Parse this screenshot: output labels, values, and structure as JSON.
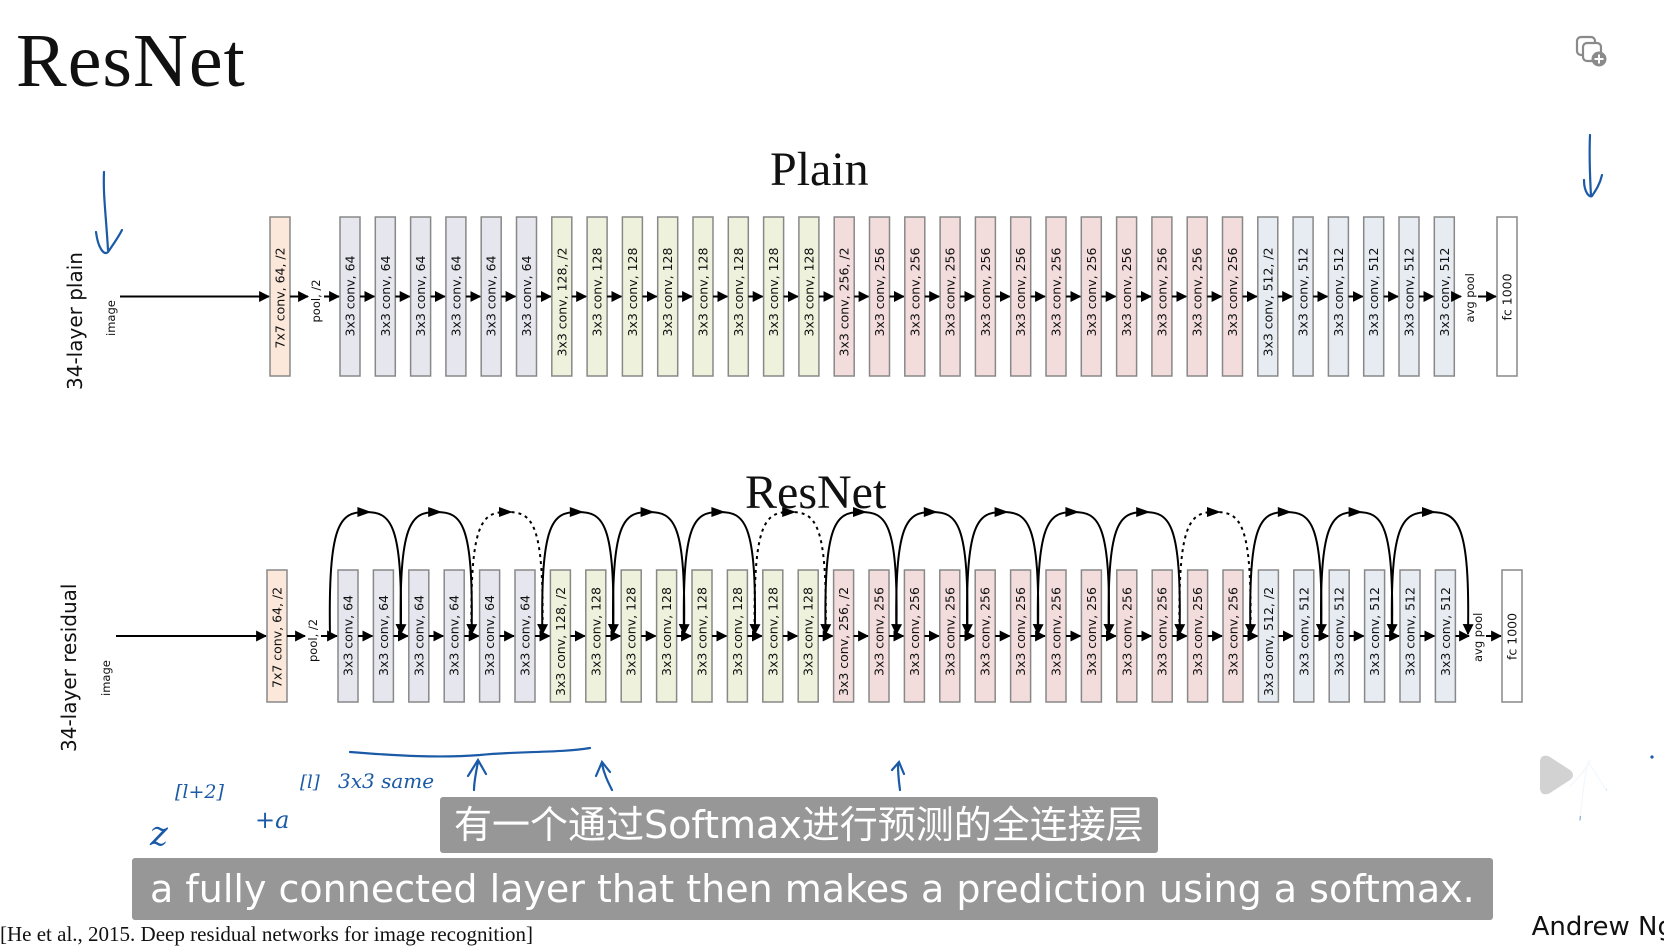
{
  "slide": {
    "title": "ResNet",
    "citation": "[He et al., 2015. Deep residual networks for image recognition]",
    "author": "Andrew Ng"
  },
  "plain": {
    "section_title": "Plain",
    "row_label": "34-layer plain",
    "input_label": "image"
  },
  "residual": {
    "section_title": "ResNet",
    "row_label": "34-layer residual",
    "input_label": "image"
  },
  "layers": {
    "first": "7x7 conv, 64, /2",
    "pool": "pool, /2",
    "convs": [
      "3x3 conv, 64",
      "3x3 conv, 64",
      "3x3 conv, 64",
      "3x3 conv, 64",
      "3x3 conv, 64",
      "3x3 conv, 64",
      "3x3 conv, 128, /2",
      "3x3 conv, 128",
      "3x3 conv, 128",
      "3x3 conv, 128",
      "3x3 conv, 128",
      "3x3 conv, 128",
      "3x3 conv, 128",
      "3x3 conv, 128",
      "3x3 conv, 256, /2",
      "3x3 conv, 256",
      "3x3 conv, 256",
      "3x3 conv, 256",
      "3x3 conv, 256",
      "3x3 conv, 256",
      "3x3 conv, 256",
      "3x3 conv, 256",
      "3x3 conv, 256",
      "3x3 conv, 256",
      "3x3 conv, 256",
      "3x3 conv, 256",
      "3x3 conv, 512, /2",
      "3x3 conv, 512",
      "3x3 conv, 512",
      "3x3 conv, 512",
      "3x3 conv, 512",
      "3x3 conv, 512"
    ],
    "conv_groups": [
      64,
      64,
      64,
      64,
      64,
      64,
      128,
      128,
      128,
      128,
      128,
      128,
      128,
      128,
      256,
      256,
      256,
      256,
      256,
      256,
      256,
      256,
      256,
      256,
      256,
      256,
      512,
      512,
      512,
      512,
      512,
      512
    ],
    "avg_pool": "avg pool",
    "fc": "fc 1000"
  },
  "colors": {
    "first_conv": "#fbe8da",
    "g64": "#e6e6ee",
    "g128": "#eef2dc",
    "g256": "#f3dcdc",
    "g512": "#e6ecf2",
    "fc": "#ffffff",
    "box_border": "#888888",
    "ink": "#1a5aa6"
  },
  "annotations": {
    "formula_z": "z",
    "formula_z_sup": "[l+2]",
    "formula_plus_a": "+a",
    "formula_a_sup": "[l]",
    "same_note": "3x3 same"
  },
  "subtitles": {
    "chinese": "有一个通过Softmax进行预测的全连接层",
    "english": "a fully connected layer that then makes a prediction using a softmax."
  },
  "controls": {
    "copy_icon": "copy-add-icon",
    "play_icon": "play-badge-icon"
  }
}
